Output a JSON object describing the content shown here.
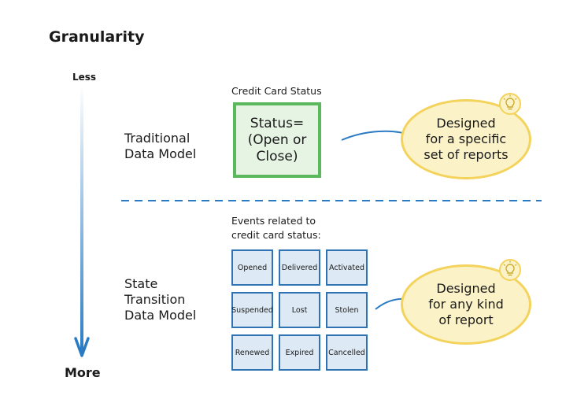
{
  "title": "Granularity",
  "axis": {
    "top_label": "Less",
    "bottom_label": "More"
  },
  "traditional": {
    "label": "Traditional\nData Model",
    "caption": "Credit Card Status",
    "box_text": "Status=\n(Open or\nClose)",
    "bubble_text": "Designed\nfor a specific\nset of reports"
  },
  "state_transition": {
    "label": "State\nTransition\nData Model",
    "caption": "Events related to\ncredit card status:",
    "events": [
      "Opened",
      "Delivered",
      "Activated",
      "Suspended",
      "Lost",
      "Stolen",
      "Renewed",
      "Expired",
      "Cancelled"
    ],
    "bubble_text": "Designed\nfor any kind\nof report"
  },
  "colors": {
    "green_border": "#5cb85c",
    "green_fill": "#e6f4e3",
    "blue_border": "#2f73b5",
    "blue_fill": "#dde9f4",
    "yellow_border": "#f3d35c",
    "yellow_fill": "#fbf2c8",
    "arrow_blue": "#2a7bc4"
  },
  "icons": [
    "lightbulb-icon",
    "curved-arrow-icon",
    "down-arrow-icon"
  ]
}
